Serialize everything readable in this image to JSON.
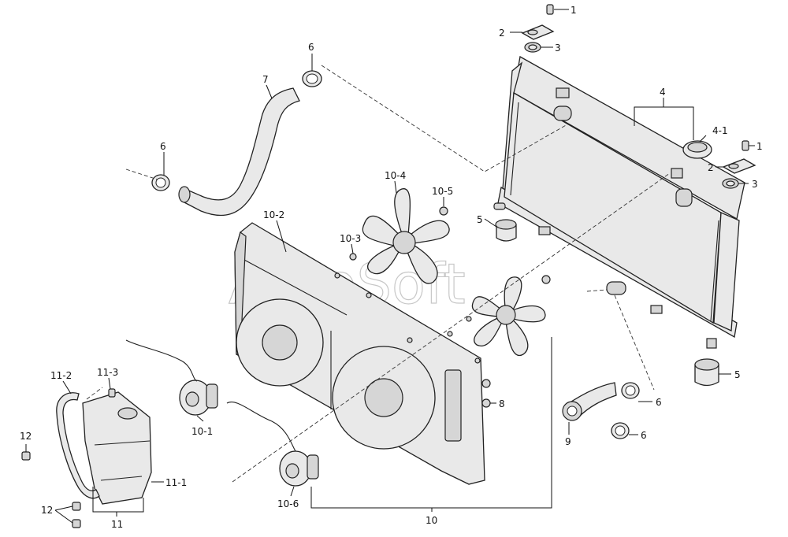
{
  "watermark": "AutoSoft",
  "callouts": {
    "c1a": "1",
    "c1b": "1",
    "c2a": "2",
    "c2b": "2",
    "c3a": "3",
    "c3b": "3",
    "c4": "4",
    "c4_1": "4-1",
    "c5a": "5",
    "c5b": "5",
    "c6a": "6",
    "c6b": "6",
    "c6c": "6",
    "c6d": "6",
    "c7": "7",
    "c8": "8",
    "c9": "9",
    "c10": "10",
    "c10_1": "10-1",
    "c10_2": "10-2",
    "c10_3": "10-3",
    "c10_4": "10-4",
    "c10_5": "10-5",
    "c10_6": "10-6",
    "c11": "11",
    "c11_1": "11-1",
    "c11_2": "11-2",
    "c11_3": "11-3",
    "c12a": "12",
    "c12b": "12"
  },
  "colors": {
    "line": "#222222",
    "fill": "#e9e9e9",
    "shade": "#d6d6d6"
  }
}
